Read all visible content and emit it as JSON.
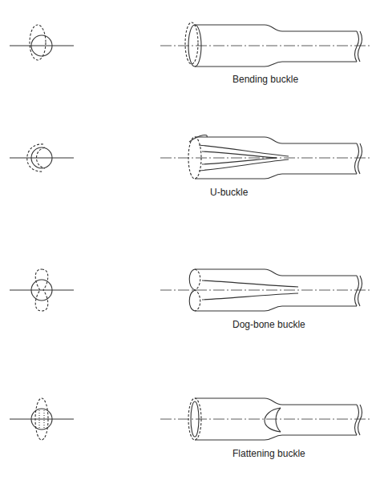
{
  "diagram": {
    "labels": [
      "Bending buckle",
      "U-buckle",
      "Dog-bone buckle",
      "Flattening buckle"
    ]
  }
}
